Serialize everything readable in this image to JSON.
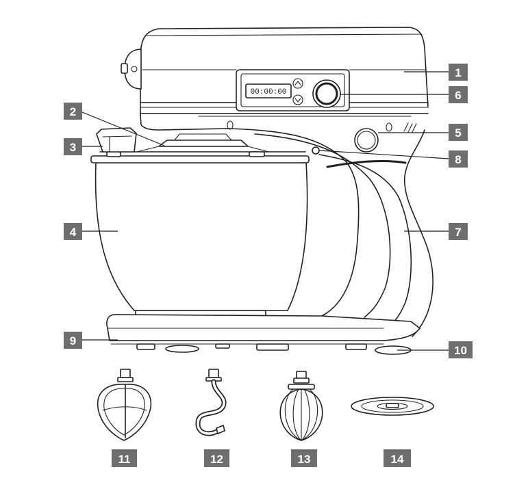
{
  "display": {
    "time": "00:00:00"
  },
  "callouts": [
    "1",
    "2",
    "3",
    "4",
    "5",
    "6",
    "7",
    "8",
    "9",
    "10",
    "11",
    "12",
    "13",
    "14"
  ],
  "colors": {
    "callout_bg": "#6e6e6e",
    "callout_text": "#ffffff",
    "line": "#1f1f1f"
  }
}
